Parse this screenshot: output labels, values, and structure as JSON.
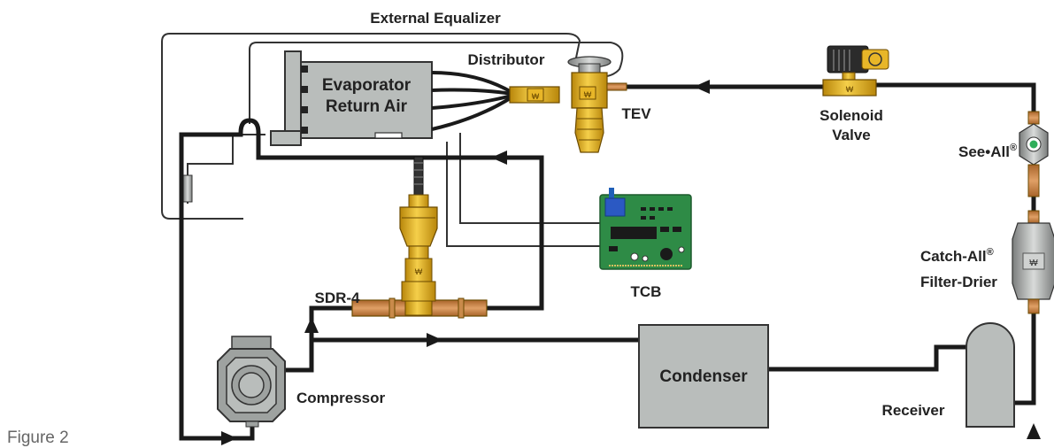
{
  "figure_caption": "Figure 2",
  "labels": {
    "external_equalizer": "External Equalizer",
    "distributor": "Distributor",
    "evaporator_line1": "Evaporator",
    "evaporator_line2": "Return Air",
    "tev": "TEV",
    "solenoid_line1": "Solenoid",
    "solenoid_line2": "Valve",
    "see_all": "See•All",
    "registered_mark": "®",
    "catch_all_line1": "Catch-All",
    "catch_all_line2": "Filter-Drier",
    "sdr4": "SDR-4",
    "tcb": "TCB",
    "condenser": "Condenser",
    "compressor": "Compressor",
    "receiver": "Receiver"
  },
  "colors": {
    "line": "#1a1a1a",
    "thin_line": "#333333",
    "box_fill": "#b9bdbb",
    "brass": "#e8b628",
    "copper": "#c98a4a",
    "pcb": "#2e8b46",
    "sight_glass": "#2fae5a"
  }
}
